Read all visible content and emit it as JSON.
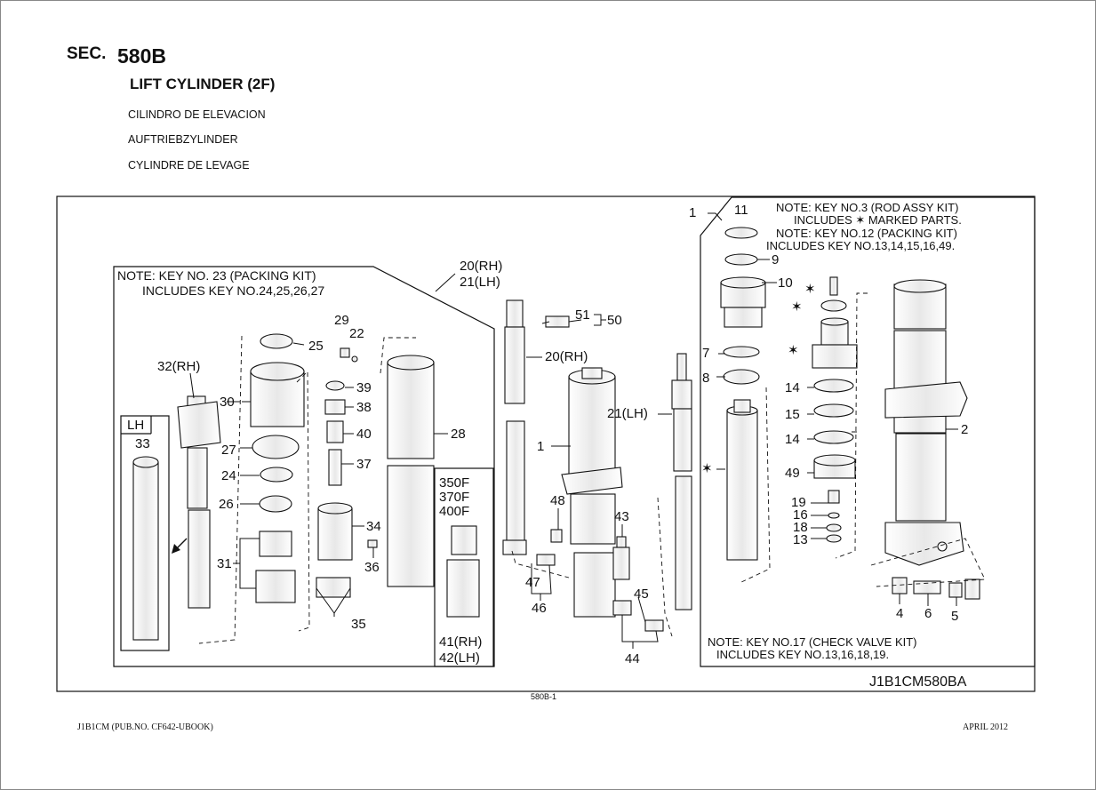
{
  "header": {
    "sec_label": "SEC.",
    "sec_number": "580B",
    "title": "LIFT CYLINDER (2F)",
    "subtitles": [
      "CILINDRO DE ELEVACION",
      "AUFTRIEBZYLINDER",
      "CYLINDRE DE LEVAGE"
    ]
  },
  "diagram": {
    "note_packing_23": [
      "NOTE: KEY NO. 23 (PACKING KIT)",
      "INCLUDES KEY NO.24,25,26,27"
    ],
    "note_rod_assy": [
      "NOTE: KEY NO.3 (ROD ASSY KIT)",
      "INCLUDES ✶ MARKED PARTS.",
      "NOTE: KEY NO.12 (PACKING KIT)",
      "INCLUDES KEY NO.13,14,15,16,49."
    ],
    "note_check_valve": [
      "NOTE: KEY NO.17 (CHECK VALVE KIT)",
      "INCLUDES KEY NO.13,16,18,19."
    ],
    "models_box": [
      "350F",
      "370F",
      "400F"
    ],
    "models_box_parts": [
      "41(RH)",
      "42(LH)"
    ],
    "group_20_21": [
      "20(RH)",
      "21(LH)"
    ],
    "lh_label": "LH",
    "drawing_id": "J1B1CM580BA",
    "callouts": {
      "p1_top": "1",
      "p11": "11",
      "p9": "9",
      "p10": "10",
      "p7": "7",
      "p8": "8",
      "p14a": "14",
      "p15": "15",
      "p14b": "14",
      "p49": "49",
      "p19": "19",
      "p16": "16",
      "p18": "18",
      "p13": "13",
      "p2": "2",
      "p4": "4",
      "p6": "6",
      "p5": "5",
      "p25": "25",
      "p29": "29",
      "p22": "22",
      "p32": "32(RH)",
      "p30": "30",
      "p39": "39",
      "p38": "38",
      "p40": "40",
      "p28": "28",
      "p27": "27",
      "p37": "37",
      "p24": "24",
      "p26": "26",
      "p34": "34",
      "p31": "31",
      "p36": "36",
      "p35": "35",
      "p33": "33",
      "p51": "51",
      "p50": "50",
      "p20rh": "20(RH)",
      "p21lh": "21(LH)",
      "p1_mid": "1",
      "p48": "48",
      "p43": "43",
      "p47": "47",
      "p46": "46",
      "p45": "45",
      "p44": "44"
    }
  },
  "footer": {
    "page_code": "580B-1",
    "pub": "J1B1CM (PUB.NO. CF642-UBOOK)",
    "date": "APRIL 2012"
  }
}
